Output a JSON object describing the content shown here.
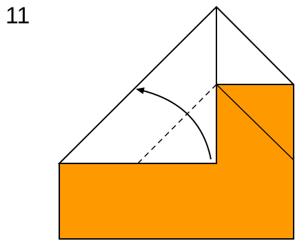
{
  "step": {
    "number": "11"
  },
  "diagram": {
    "paper_color": "#ff9900",
    "paper_back_color": "#ffffff",
    "line_color": "#000000",
    "arrow": "curved-fold-arrow",
    "fold_line": "dashed-valley-fold"
  }
}
